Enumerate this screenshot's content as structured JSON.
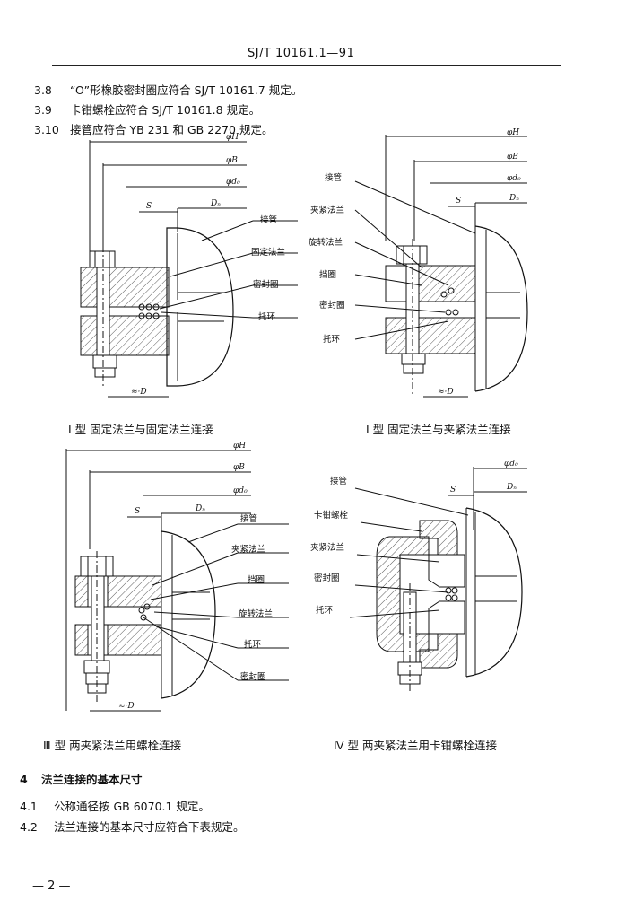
{
  "header": {
    "standard_no": "SJ/T 10161.1—91"
  },
  "paragraphs": [
    {
      "num": "3.8",
      "text": "“O”形橡胶密封圈应符合 SJ/T 10161.7 规定。"
    },
    {
      "num": "3.9",
      "text": "卡钳螺栓应符合 SJ/T 10161.8 规定。"
    },
    {
      "num": "3.10",
      "text": "接管应符合 YB 231 和 GB 2270 规定。"
    }
  ],
  "figures": {
    "fig1": {
      "caption": "I 型   固定法兰与固定法兰连接",
      "labels": {
        "jieguan": "接管",
        "guding": "固定法兰",
        "mifeng": "密封圈",
        "tuohuan": "托环"
      },
      "dims": {
        "H": "φH",
        "B": "φB",
        "d0": "φd₀",
        "s": "S",
        "Dn": "Dₙ",
        "d": "≈·D"
      }
    },
    "fig2": {
      "caption": "I 型   固定法兰与夹紧法兰连接",
      "labels": {
        "jieguan": "接管",
        "jiajin": "夹紧法兰",
        "xuanzhuan": "旋转法兰",
        "dangquan": "挡圈",
        "mifeng": "密封圈",
        "tuohuan": "托环"
      },
      "dims": {
        "H": "φH",
        "B": "φB",
        "d0": "φd₀",
        "s": "S",
        "Dn": "Dₙ",
        "d": "≈·D"
      }
    },
    "fig3": {
      "caption": "Ⅲ 型   两夹紧法兰用螺栓连接",
      "labels": {
        "jieguan": "接管",
        "jiajin": "夹紧法兰",
        "dangquan": "挡圈",
        "xuanzhuan": "旋转法兰",
        "tuohuan": "托环",
        "mifeng": "密封圈"
      },
      "dims": {
        "H": "φH",
        "B": "φB",
        "d0": "φd₀",
        "s": "S",
        "Dn": "Dₙ",
        "d": "≈·D"
      }
    },
    "fig4": {
      "caption": "Ⅳ 型   两夹紧法兰用卡钳螺栓连接",
      "labels": {
        "jieguan": "接管",
        "kaqian": "卡钳螺栓",
        "jiajin": "夹紧法兰",
        "mifeng": "密封圈",
        "tuohuan": "托环"
      },
      "dims": {
        "d0": "φd₀",
        "s": "S",
        "Dn": "Dₙ"
      }
    }
  },
  "section4": {
    "title": {
      "num": "4",
      "text": "法兰连接的基本尺寸"
    },
    "items": [
      {
        "num": "4.1",
        "text": "公称通径按 GB 6070.1 规定。"
      },
      {
        "num": "4.2",
        "text": "法兰连接的基本尺寸应符合下表规定。"
      }
    ]
  },
  "page_number": "— 2 —"
}
